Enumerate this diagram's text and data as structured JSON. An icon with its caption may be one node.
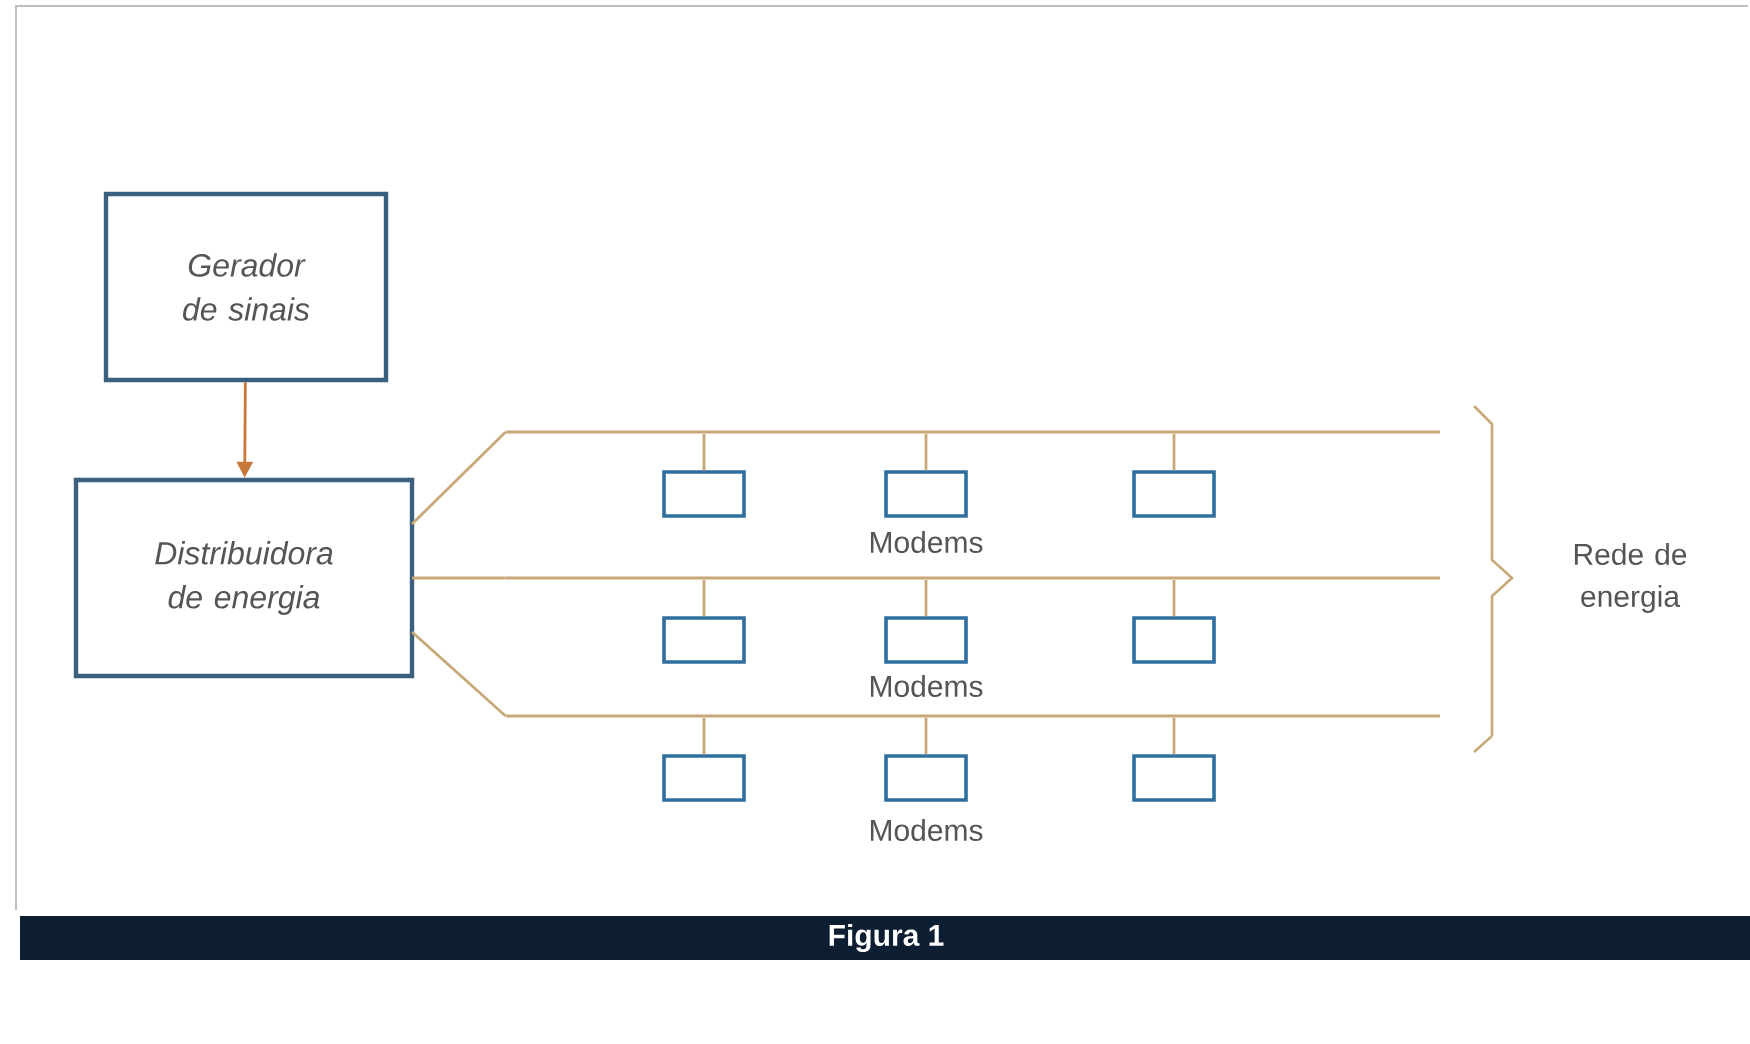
{
  "diagram": {
    "caption": "Figura 1",
    "nodes": [
      {
        "text": [
          "Gerador de sinais"
        ]
      },
      {
        "text": [
          "Distribuidora de energia"
        ]
      },
      {
        "text": [],
        "shape": "bar"
      },
      {
        "text": [],
        "shape": "box"
      },
      {
        "text": [],
        "shape": "box"
      },
      {
        "text": [],
        "shape": "box"
      },
      {
        "text": [],
        "shape": "bar"
      },
      {
        "text": [],
        "shape": "box"
      },
      {
        "text": [],
        "shape": "box"
      },
      {
        "text": [],
        "shape": "box"
      },
      {
        "text": [],
        "shape": "bar"
      },
      {
        "text": [],
        "shape": "box"
      },
      {
        "text": [],
        "shape": "box"
      },
      {
        "text": [],
        "shape": "box"
      }
    ],
    "edges": [
      {
        "from": 0,
        "to": 1,
        "arrow": "to",
        "color": "#c8783a"
      },
      {
        "from": 1,
        "to": 2,
        "arrow": "none"
      },
      {
        "from": 1,
        "to": 6,
        "arrow": "none"
      },
      {
        "from": 1,
        "to": 10,
        "arrow": "none"
      },
      {
        "from": 2,
        "to": 3,
        "arrow": "none"
      },
      {
        "from": 2,
        "to": 4,
        "arrow": "none"
      },
      {
        "from": 2,
        "to": 5,
        "arrow": "none"
      },
      {
        "from": 6,
        "to": 7,
        "arrow": "none"
      },
      {
        "from": 6,
        "to": 8,
        "arrow": "none"
      },
      {
        "from": 6,
        "to": 9,
        "arrow": "none"
      },
      {
        "from": 10,
        "to": 11,
        "arrow": "none"
      },
      {
        "from": 10,
        "to": 12,
        "arrow": "none"
      },
      {
        "from": 10,
        "to": 13,
        "arrow": "none"
      }
    ],
    "labels": [
      "Modems",
      "Modems",
      "Modems",
      "Rede de energia"
    ]
  }
}
